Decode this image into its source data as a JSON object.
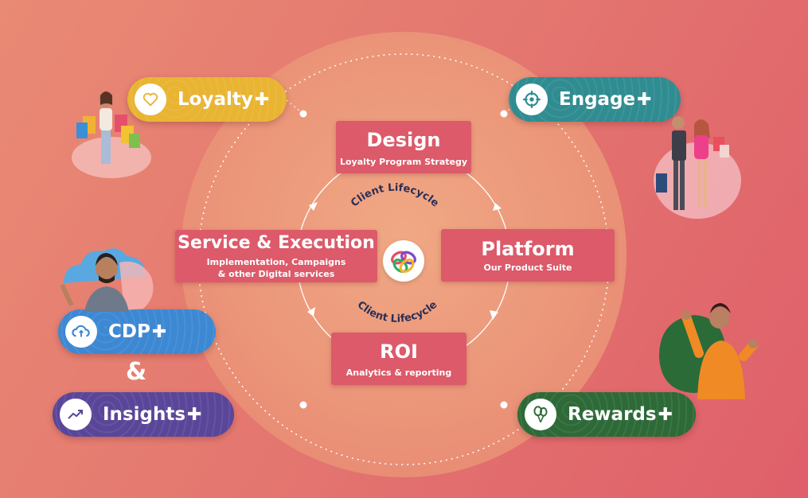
{
  "center": {
    "design": {
      "title": "Design",
      "subtitle": "Loyalty Program Strategy"
    },
    "platform": {
      "title": "Platform",
      "subtitle": "Our Product Suite"
    },
    "roi": {
      "title": "ROI",
      "subtitle": "Analytics & reporting"
    },
    "service": {
      "title": "Service & Execution",
      "subtitle_line1": "Implementation, Campaigns",
      "subtitle_line2": "& other Digital services"
    },
    "lifecycle_top": "Client Lifecycle",
    "lifecycle_bottom": "Client Lifecycle"
  },
  "pills": {
    "loyalty": {
      "label": "Loyalty",
      "icon": "heart-icon",
      "color": "#e9b431"
    },
    "engage": {
      "label": "Engage",
      "icon": "target-icon",
      "color": "#2f8c90"
    },
    "cdp": {
      "label": "CDP",
      "icon": "cloud-sync-icon",
      "color": "#3d88d3"
    },
    "insights": {
      "label": "Insights",
      "icon": "trend-up-icon",
      "color": "#5a4699"
    },
    "rewards": {
      "label": "Rewards",
      "icon": "balloons-icon",
      "color": "#2d6a38"
    }
  },
  "plus_glyph": "✚",
  "ampersand": "&",
  "colors": {
    "box": "#dc5a6a",
    "background": "#e47870",
    "circle": "#eb9579"
  }
}
